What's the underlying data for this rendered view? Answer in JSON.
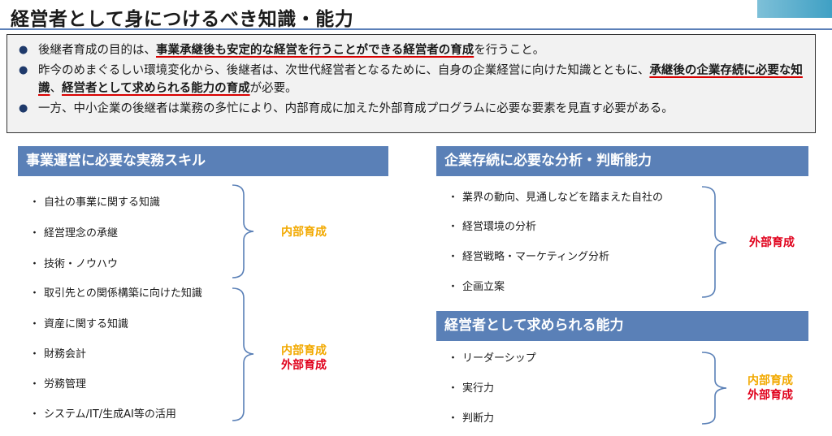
{
  "title": "経営者として身につけるべき知識・能力",
  "summary": {
    "bullet": "●",
    "line1": {
      "pre": "後継者育成の目的は、",
      "em": "事業承継後も安定的な経営を行うことができる経営者の育成",
      "post": "を行うこと。"
    },
    "line2": {
      "pre": "昨今のめまぐるしい環境変化から、後継者は、次世代経営者となるために、自身の企業経営に向けた知識とともに、",
      "em1": "承継後の企業存続に必要な知識",
      "mid": "、",
      "em2": "経営者として求められる能力の育成",
      "post": "が必要。"
    },
    "line3": "一方、中小企業の後継者は業務の多忙により、内部育成に加えた外部育成プログラムに必要な要素を見直す必要がある。"
  },
  "left_panel": {
    "heading": "事業運営に必要な実務スキル",
    "items": [
      "自社の事業に関する知識",
      "経営理念の承継",
      "技術・ノウハウ",
      "取引先との関係構築に向けた知識",
      "資産に関する知識",
      "財務会計",
      "労務管理",
      "システム/IT/生成AI等の活用"
    ],
    "group1_tag": "内部育成",
    "group2_tag1": "内部育成",
    "group2_tag2": "外部育成"
  },
  "right_top_panel": {
    "heading": "企業存続に必要な分析・判断能力",
    "items": [
      "業界の動向、見通しなどを踏まえた自社の",
      "経営環境の分析",
      "経営戦略・マーケティング分析",
      "企画立案"
    ],
    "tag": "外部育成"
  },
  "right_bottom_panel": {
    "heading": "経営者として求められる能力",
    "items": [
      "リーダーシップ",
      "実行力",
      "判断力"
    ],
    "tag1": "内部育成",
    "tag2": "外部育成"
  },
  "item_bullet": "・",
  "colors": {
    "header_blue": "#5a80b7",
    "em_red": "#d80000",
    "tag_yellow": "#f2a900",
    "tag_red": "#e0001b"
  }
}
